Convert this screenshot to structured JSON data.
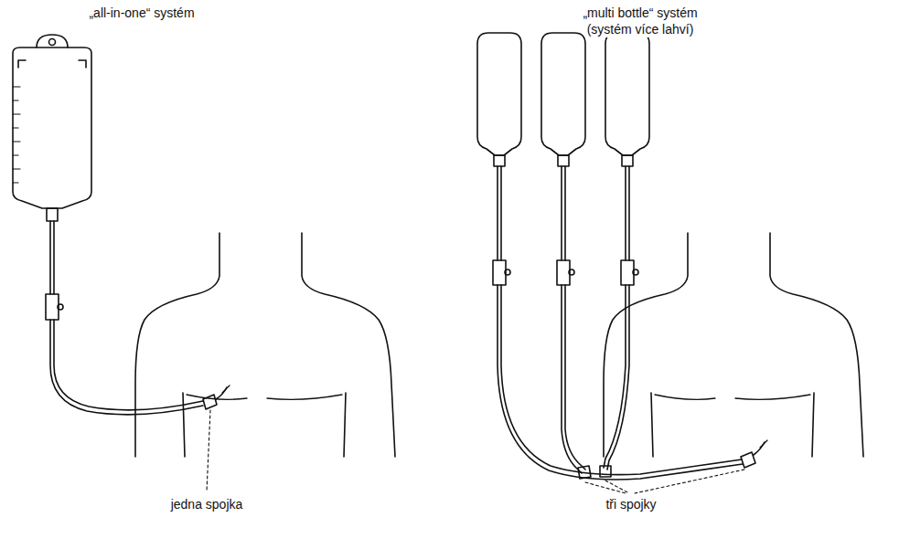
{
  "diagram": {
    "labels": [
      "„all-in-one“ systém",
      "„multi bottle“ systém",
      "(systém více lahví)",
      "jedna spojka",
      "tři spojky"
    ]
  }
}
